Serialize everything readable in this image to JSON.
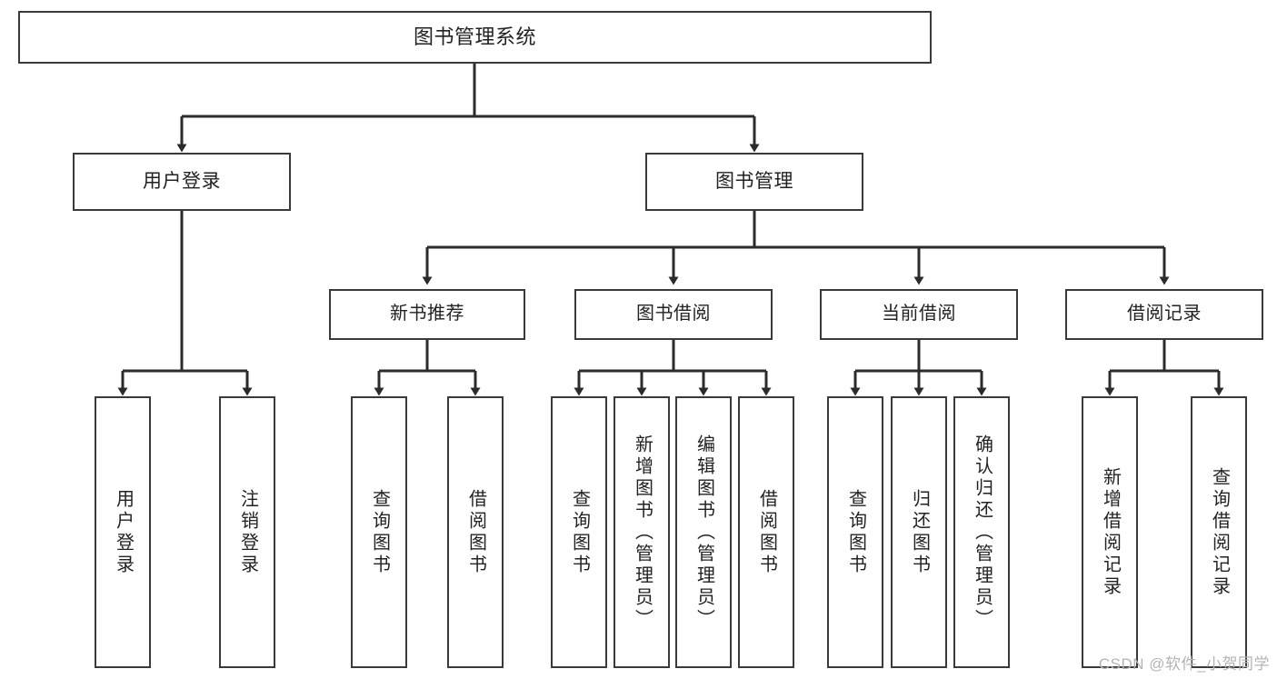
{
  "diagram": {
    "title": "图书管理系统",
    "type": "tree-hierarchy-diagram",
    "colors": {
      "box_border": "#3a3a3a",
      "box_fill": "#ffffff",
      "connector": "#2b2b2b",
      "text": "#222222",
      "watermark": "#b4b4b4"
    },
    "root": {
      "label": "图书管理系统"
    },
    "level2": [
      {
        "label": "用户登录"
      },
      {
        "label": "图书管理"
      }
    ],
    "level3": [
      {
        "label": "新书推荐"
      },
      {
        "label": "图书借阅"
      },
      {
        "label": "当前借阅"
      },
      {
        "label": "借阅记录"
      }
    ],
    "leaves": {
      "user_login": [
        {
          "label": "用户登录"
        },
        {
          "label": "注销登录"
        }
      ],
      "new_book_recommend": [
        {
          "label": "查询图书"
        },
        {
          "label": "借阅图书"
        }
      ],
      "book_borrow": [
        {
          "label": "查询图书"
        },
        {
          "label": "新增图书（管理员）"
        },
        {
          "label": "编辑图书（管理员）"
        },
        {
          "label": "借阅图书"
        }
      ],
      "current_borrow": [
        {
          "label": "查询图书"
        },
        {
          "label": "归还图书"
        },
        {
          "label": "确认归还（管理员）"
        }
      ],
      "borrow_record": [
        {
          "label": "新增借阅记录"
        },
        {
          "label": "查询借阅记录"
        }
      ]
    },
    "watermark": "CSDN @软件_小贺同学"
  }
}
